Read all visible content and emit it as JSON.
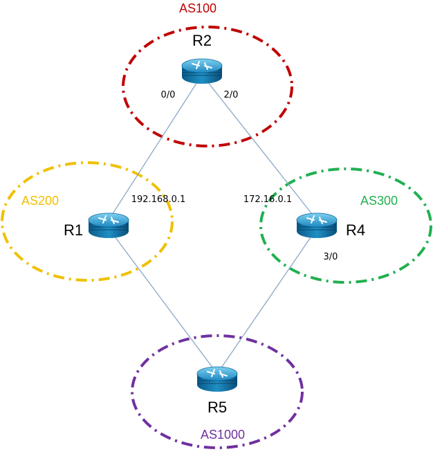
{
  "autonomous_systems": [
    {
      "id": "as100",
      "label": "AS100",
      "color": "#c00000"
    },
    {
      "id": "as200",
      "label": "AS200",
      "color": "#f0c000"
    },
    {
      "id": "as300",
      "label": "AS300",
      "color": "#20b050"
    },
    {
      "id": "as1000",
      "label": "AS1000",
      "color": "#7030a0"
    }
  ],
  "routers": [
    {
      "id": "r2",
      "name": "R2",
      "icon": "router-icon"
    },
    {
      "id": "r1",
      "name": "R1",
      "icon": "router-icon"
    },
    {
      "id": "r4",
      "name": "R4",
      "icon": "router-icon"
    },
    {
      "id": "r5",
      "name": "R5",
      "icon": "router-icon"
    }
  ],
  "links": [
    {
      "from": "R2",
      "to": "R1"
    },
    {
      "from": "R2",
      "to": "R4"
    },
    {
      "from": "R1",
      "to": "R5"
    },
    {
      "from": "R4",
      "to": "R5"
    }
  ],
  "interface_labels": {
    "r2_left": "0/0",
    "r2_right": "2/0",
    "r1_ip": "192.168.0.1",
    "r4_ip": "172.16.0.1",
    "r4_bottom": "3/0"
  }
}
